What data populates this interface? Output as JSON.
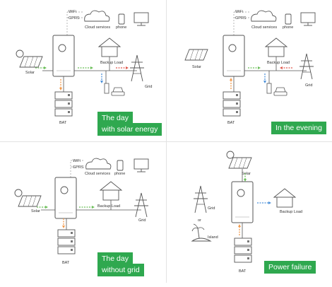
{
  "labels": {
    "wifi": "WiFi",
    "gprs": "GPRS",
    "cloud": "Cloud services",
    "phone": "phone",
    "solar": "Solar",
    "backup_load": "Backup Load",
    "grid": "Grid",
    "bat": "BAT",
    "or": "or",
    "island": "Island"
  },
  "panels": [
    {
      "caption_lines": [
        "The day",
        "with solar energy"
      ]
    },
    {
      "caption_lines": [
        "In the evening"
      ]
    },
    {
      "caption_lines": [
        "The day",
        "without grid"
      ]
    },
    {
      "caption_lines": [
        "Power failure"
      ]
    }
  ],
  "colors": {
    "caption_bg": "#2fa84f",
    "arrow_green": "#6bbf59",
    "arrow_orange": "#f2994a",
    "arrow_red": "#e0584c",
    "arrow_blue": "#4a90d9",
    "line_gray": "#555555"
  }
}
